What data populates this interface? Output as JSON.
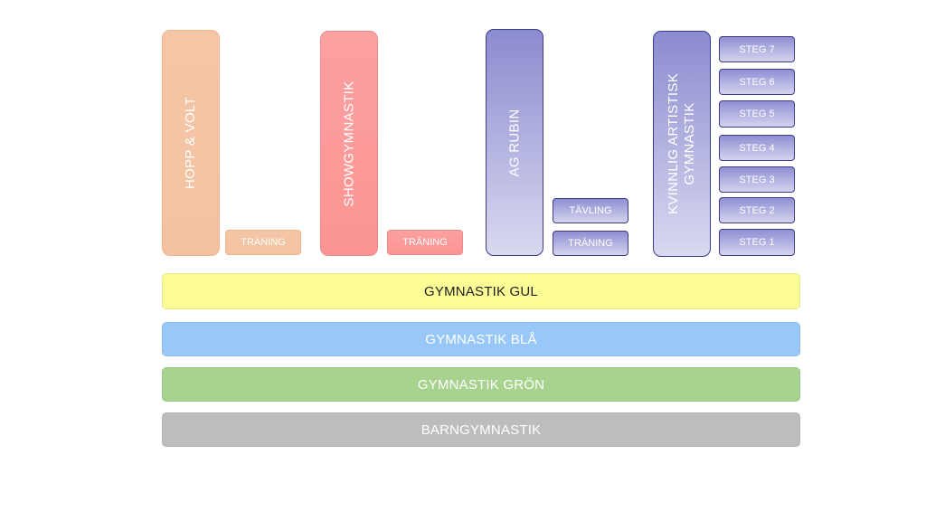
{
  "pillars": {
    "hopp_volt": "HOPP & VOLT",
    "showgymnastik": "SHOWGYMNASTIK",
    "ag_rubin": "AG RUBIN",
    "kvinnlig_line1": "KVINNLIG ARTISTISK",
    "kvinnlig_line2": "GYMNASTIK"
  },
  "small": {
    "hopp_traning": "TRÄNING",
    "show_traning": "TRÄNING",
    "rubin_tavling": "TÄVLING",
    "rubin_traning": "TRÄNING",
    "steg7": "STEG 7",
    "steg6": "STEG 6",
    "steg5": "STEG 5",
    "steg4": "STEG 4",
    "steg3": "STEG 3",
    "steg2": "STEG 2",
    "steg1": "STEG 1"
  },
  "bands": {
    "gul": "GYMNASTIK GUL",
    "bla": "GYMNASTIK BLÅ",
    "gron": "GYMNASTIK GRÖN",
    "barn": "BARNGYMNASTIK"
  },
  "colors": {
    "orange": "#f5c6a6",
    "red": "#fd9a9a",
    "purple": "#8b8bd0",
    "yellow": "#fcfc96",
    "blue": "#99c8f8",
    "green": "#a7d38f",
    "gray": "#bdbdbd"
  }
}
